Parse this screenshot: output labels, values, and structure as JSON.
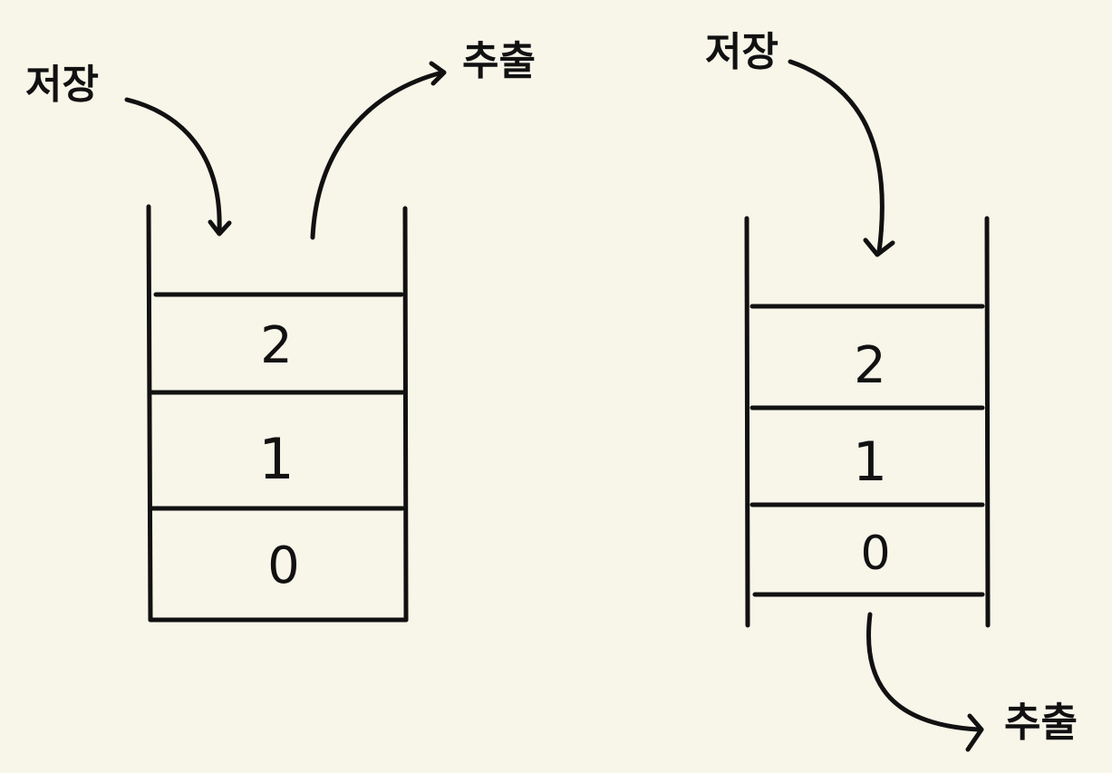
{
  "colors": {
    "background": "#f8f5e9",
    "ink": "#111111"
  },
  "stack": {
    "push_label": "저장",
    "pop_label": "추출",
    "cells": [
      "2",
      "1",
      "0"
    ]
  },
  "queue": {
    "push_label": "저장",
    "pop_label": "추출",
    "cells": [
      "2",
      "1",
      "0"
    ]
  }
}
